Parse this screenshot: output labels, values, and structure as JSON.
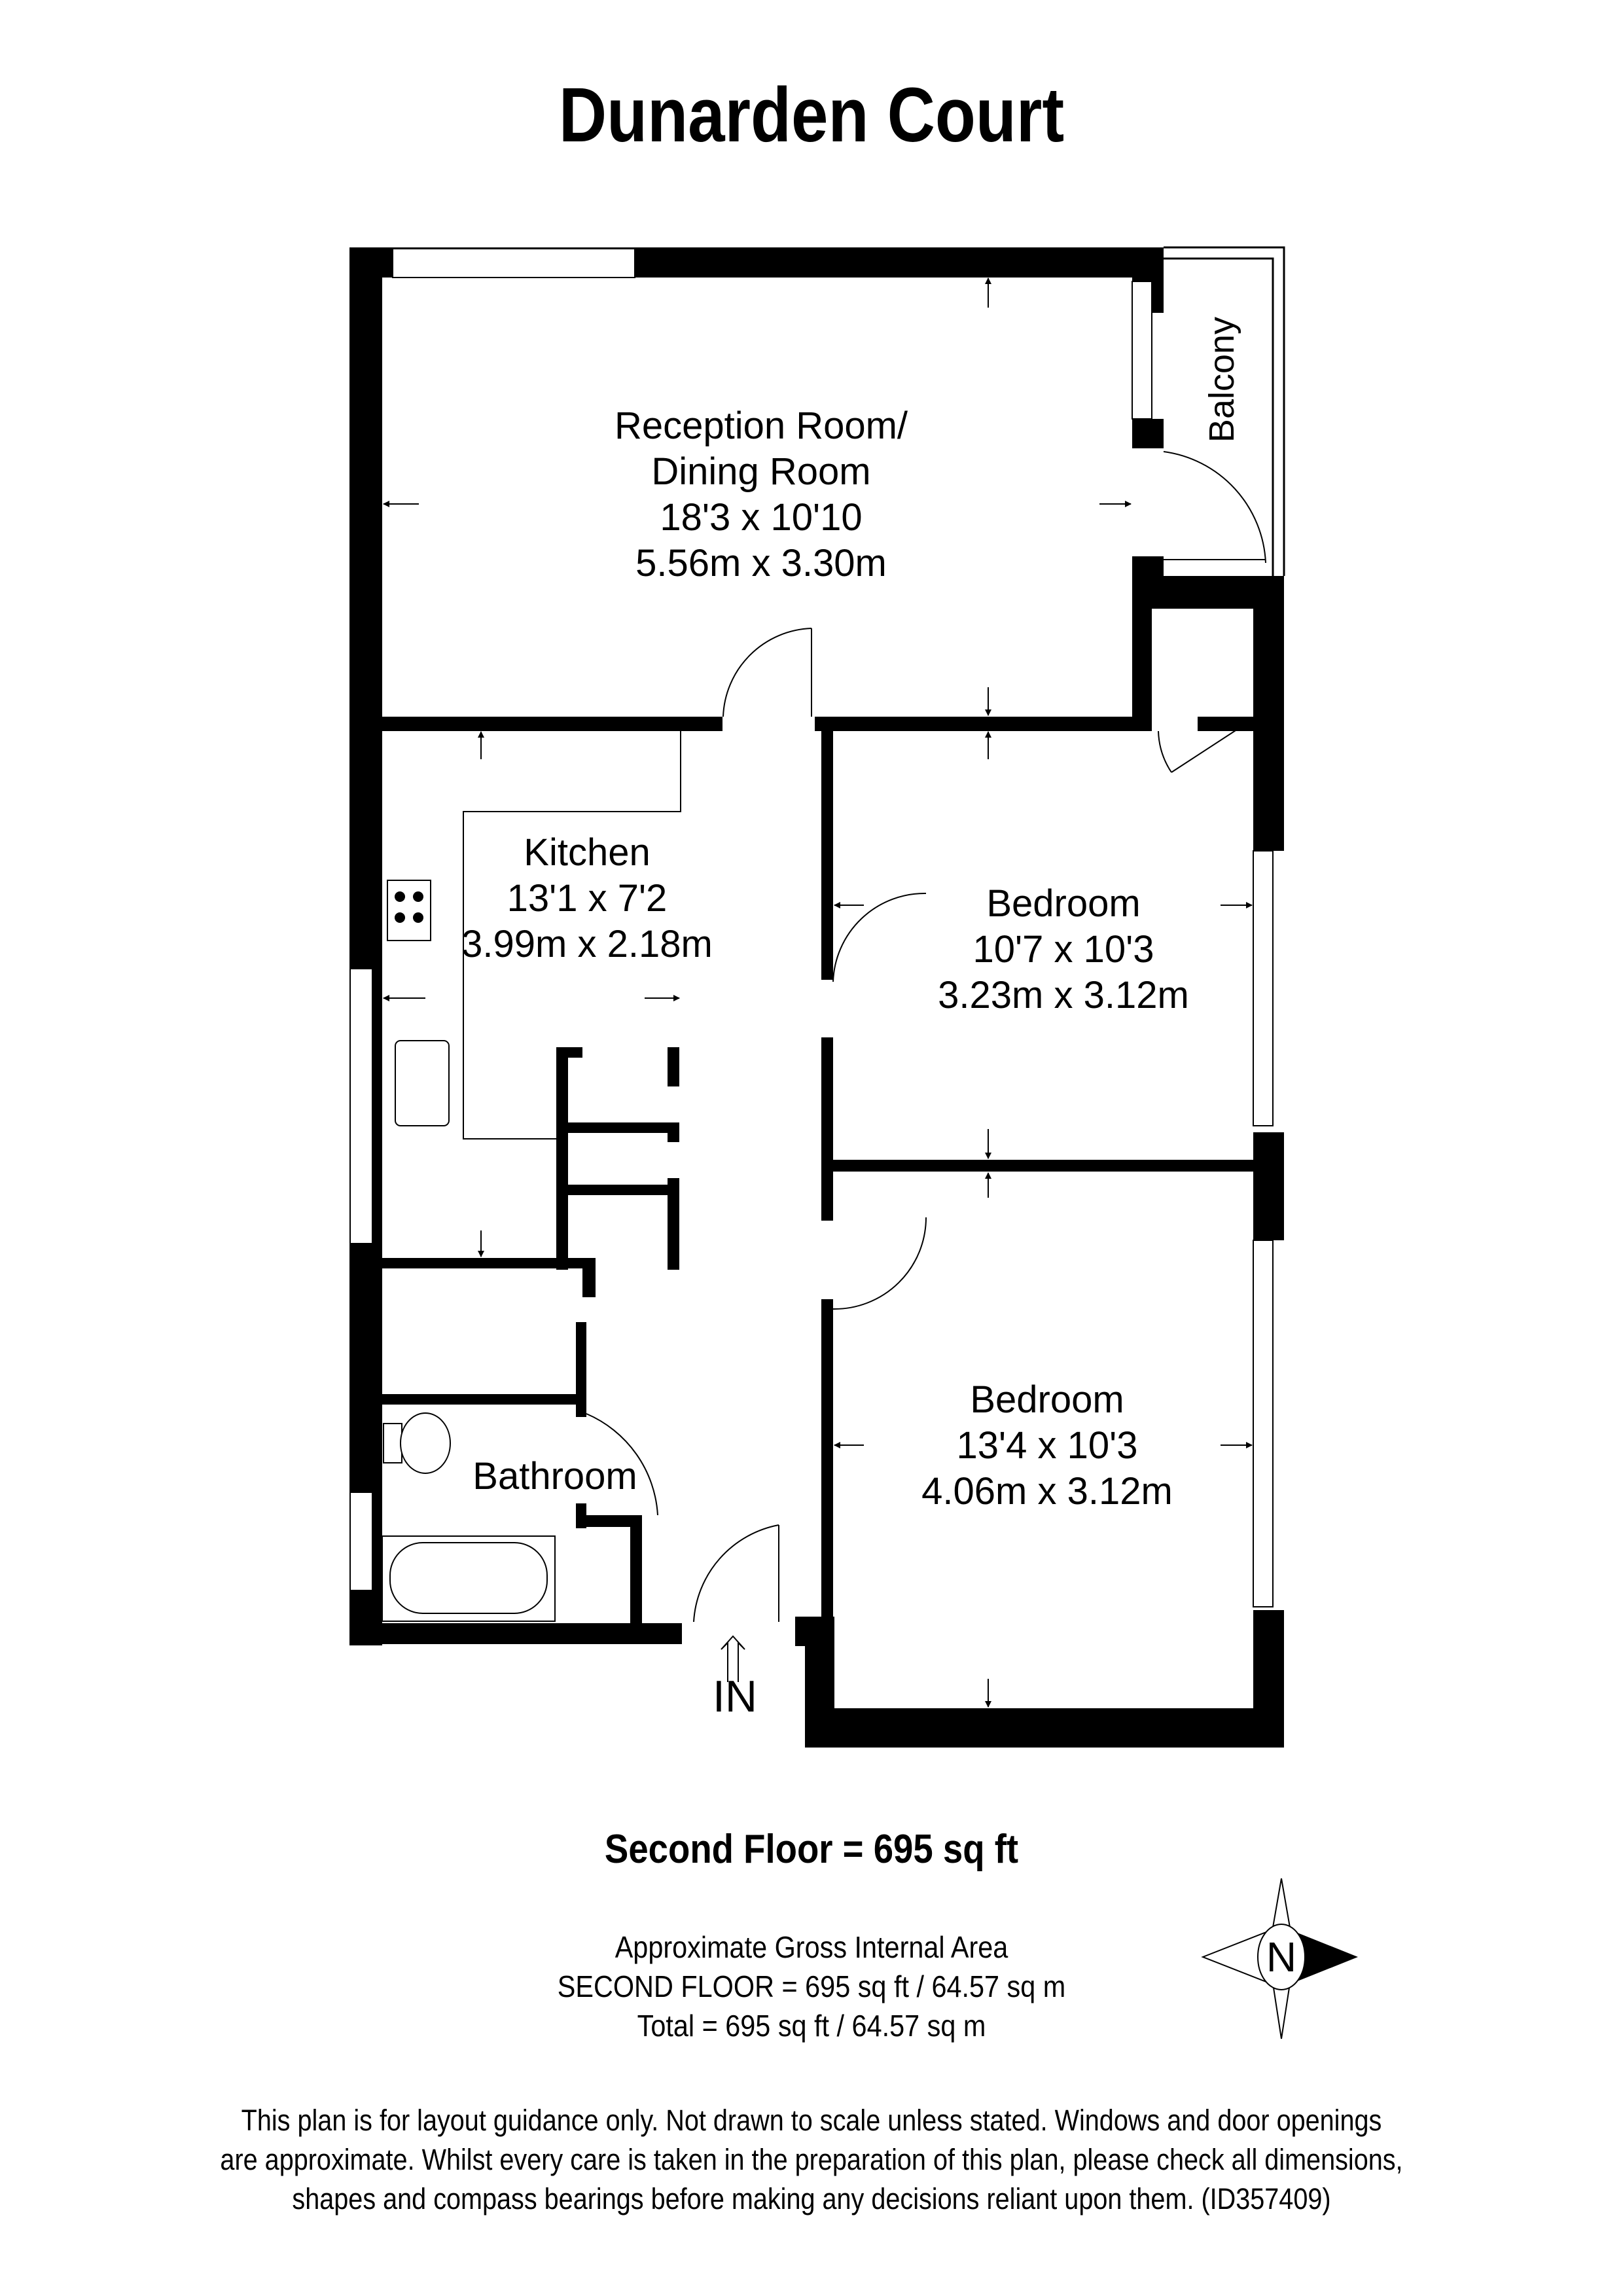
{
  "title": "Dunarden Court",
  "rooms": {
    "reception": {
      "name_line1": "Reception Room/",
      "name_line2": "Dining Room",
      "imperial": "18'3 x 10'10",
      "metric": "5.56m x 3.30m"
    },
    "kitchen": {
      "name": "Kitchen",
      "imperial": "13'1 x 7'2",
      "metric": "3.99m x 2.18m"
    },
    "bedroom1": {
      "name": "Bedroom",
      "imperial": "10'7 x 10'3",
      "metric": "3.23m x 3.12m"
    },
    "bedroom2": {
      "name": "Bedroom",
      "imperial": "13'4 x 10'3",
      "metric": "4.06m x 3.12m"
    },
    "bathroom": {
      "name": "Bathroom"
    },
    "balcony": {
      "name": "Balcony"
    }
  },
  "entrance": {
    "label": "IN"
  },
  "floor_total": "Second Floor = 695 sq ft",
  "area": {
    "line1": "Approximate Gross Internal Area",
    "line2": "SECOND FLOOR = 695 sq ft / 64.57 sq m",
    "line3": "Total = 695 sq ft / 64.57 sq m"
  },
  "compass": {
    "label": "N"
  },
  "disclaimer": {
    "line1": "This plan is for layout guidance only. Not drawn to scale unless stated. Windows and door openings",
    "line2": "are approximate. Whilst every care is taken in the preparation of this plan, please check all dimensions,",
    "line3": "shapes and compass bearings before making any decisions reliant upon them. (ID357409)"
  }
}
